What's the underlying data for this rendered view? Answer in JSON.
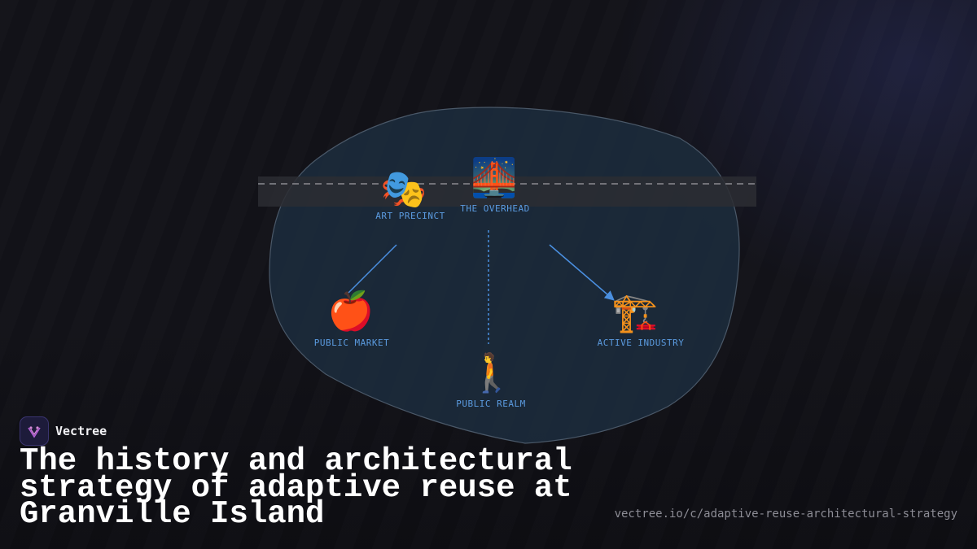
{
  "diagram": {
    "nodes": [
      {
        "id": "art_precinct",
        "label": "ART PRECINCT",
        "icon": "performing-arts-masks",
        "glyph": "🎭"
      },
      {
        "id": "the_overhead",
        "label": "THE OVERHEAD",
        "icon": "bridge-at-night",
        "glyph": "🌉"
      },
      {
        "id": "public_market",
        "label": "PUBLIC MARKET",
        "icon": "red-apple",
        "glyph": "🍎"
      },
      {
        "id": "active_industry",
        "label": "ACTIVE INDUSTRY",
        "icon": "construction-crane",
        "glyph": "🏗️"
      },
      {
        "id": "public_realm",
        "label": "PUBLIC REALM",
        "icon": "walking-person",
        "glyph": "🚶"
      }
    ],
    "edges": [
      {
        "from": "art_precinct",
        "to": "public_market",
        "style": "solid",
        "arrow": false
      },
      {
        "from": "the_overhead",
        "to": "public_realm",
        "style": "dotted",
        "arrow": false
      },
      {
        "from": "the_overhead",
        "to": "active_industry",
        "style": "solid",
        "arrow": true
      }
    ],
    "colors": {
      "island_fill": "#1b2a3a",
      "island_stroke": "#4a5868",
      "label": "#5b9be0",
      "edge": "#4a8fe0",
      "road": "#2b2d33",
      "road_dash": "#8a8a90"
    }
  },
  "brand": {
    "name": "Vectree",
    "logo_icon": "vectree-logo-icon",
    "logo_color": "#b35fd6"
  },
  "title": "The history and architectural strategy of adaptive reuse at Granville Island",
  "url": "vectree.io/c/adaptive-reuse-architectural-strategy"
}
